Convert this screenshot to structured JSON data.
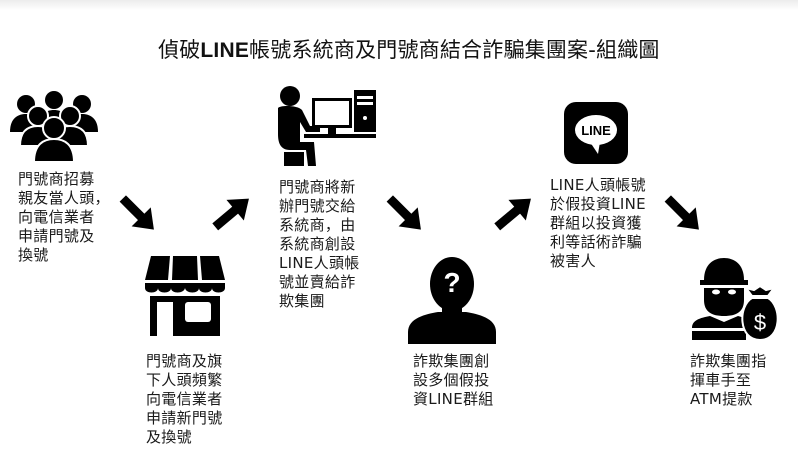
{
  "title": {
    "prefix": "偵破",
    "brand": "LINE",
    "suffix": "帳號系統商及門號商結合詐騙集團案-組織圖"
  },
  "steps": [
    {
      "icon": "group-people-icon",
      "text": "門號商招募\n親友當人頭，\n向電信業者\n申請門號及\n換號"
    },
    {
      "icon": "storefront-icon",
      "text": "門號商及旗\n下人頭頻繁\n向電信業者\n申請新門號\n及換號"
    },
    {
      "icon": "person-at-computer-icon",
      "text": "門號商將新\n辦門號交給\n系統商，由\n系統商創設\nLINE人頭帳\n號並賣給詐\n欺集團"
    },
    {
      "icon": "anonymous-person-icon",
      "text": "詐欺集團創\n設多個假投\n資LINE群組"
    },
    {
      "icon": "line-app-icon",
      "icon_text": "LINE",
      "text": "LINE人頭帳號\n於假投資LINE\n群組以投資獲\n利等話術詐騙\n被害人"
    },
    {
      "icon": "robber-money-bag-icon",
      "text": "詐欺集團指\n揮車手至\nATM提款"
    }
  ],
  "arrows": [
    {
      "direction": "down-right"
    },
    {
      "direction": "up-right"
    },
    {
      "direction": "down-right"
    },
    {
      "direction": "up-right"
    },
    {
      "direction": "down-right"
    }
  ],
  "colors": {
    "icon": "#000000",
    "text": "#1a1a1a",
    "background": "#ffffff"
  }
}
